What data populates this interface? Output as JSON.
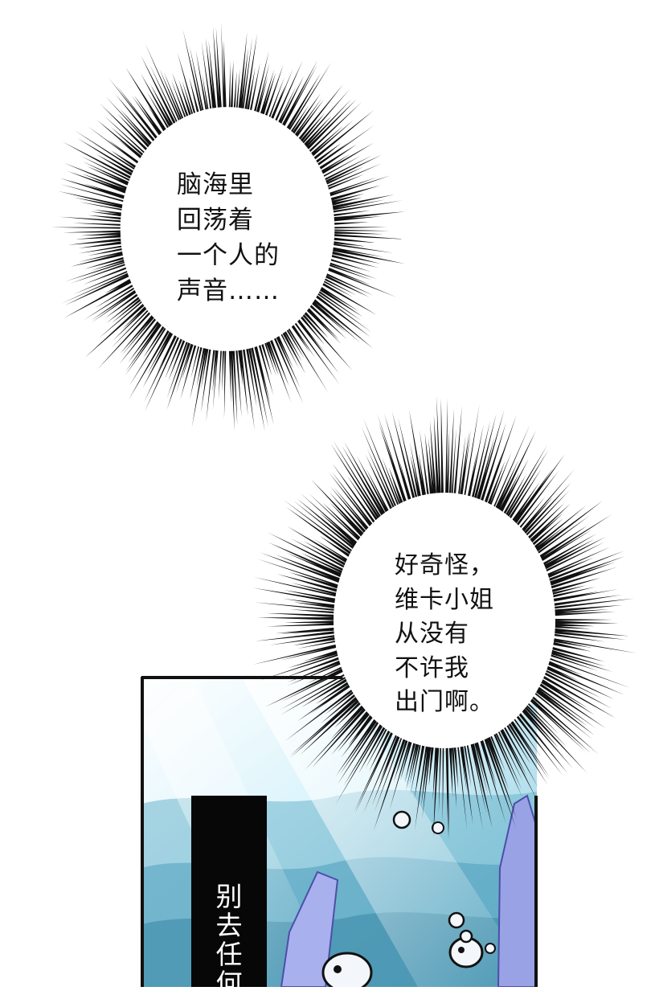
{
  "bubbles": [
    {
      "lines": [
        "脑海里",
        "回荡着",
        "一个人的",
        "声音……"
      ]
    },
    {
      "lines": [
        "好奇怪，",
        "维卡小姐",
        "从没有",
        "不许我",
        "出门啊。"
      ]
    }
  ],
  "caption": {
    "chars": [
      "别",
      "去",
      "任",
      "何"
    ]
  },
  "colors": {
    "ink": "#111111",
    "background": "#ffffff",
    "caption_box": "#070707",
    "scene_blue": "#7fc3d8",
    "scene_light": "#d9f3fb",
    "scene_violet": "#7a7fd6"
  }
}
